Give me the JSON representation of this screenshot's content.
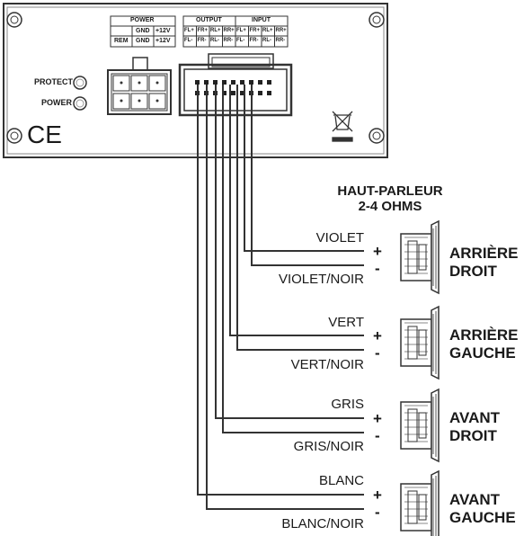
{
  "amplifier": {
    "power_header": "POWER",
    "output_header": "OUTPUT",
    "input_header": "INPUT",
    "power_cells": [
      "",
      "GND",
      "+12V",
      "REM",
      "GND",
      "+12V"
    ],
    "output_cells": [
      "FL+",
      "FR+",
      "RL+",
      "RR+",
      "FL-",
      "FR-",
      "RL-",
      "RR-"
    ],
    "input_cells": [
      "FL+",
      "FR+",
      "RL+",
      "RR+",
      "FL-",
      "FR-",
      "RL-",
      "RR-"
    ],
    "protect_label": "PROTECT",
    "power_label": "POWER",
    "ce_mark": "CE"
  },
  "speaker_header": [
    "HAUT-PARLEUR",
    "2-4 OHMS"
  ],
  "channels": [
    {
      "positive_wire": "VIOLET",
      "negative_wire": "VIOLET/NOIR",
      "position_line1": "ARRIÈRE",
      "position_line2": "DROIT"
    },
    {
      "positive_wire": "VERT",
      "negative_wire": "VERT/NOIR",
      "position_line1": "ARRIÈRE",
      "position_line2": "GAUCHE"
    },
    {
      "positive_wire": "GRIS",
      "negative_wire": "GRIS/NOIR",
      "position_line1": "AVANT",
      "position_line2": "DROIT"
    },
    {
      "positive_wire": "BLANC",
      "negative_wire": "BLANC/NOIR",
      "position_line1": "AVANT",
      "position_line2": "GAUCHE"
    }
  ],
  "polarity": {
    "plus": "+",
    "minus": "-"
  }
}
